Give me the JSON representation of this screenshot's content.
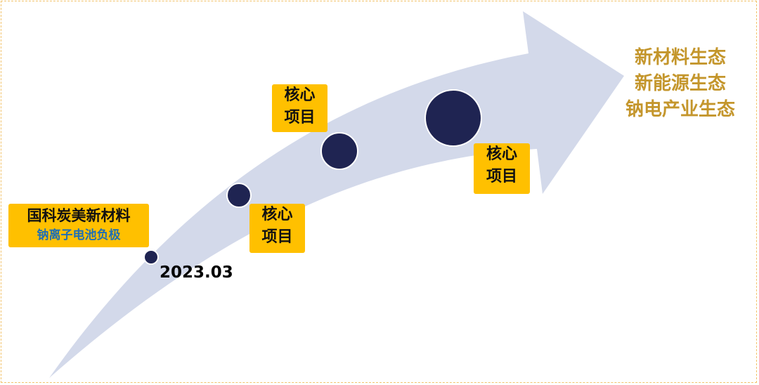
{
  "company_tag": {
    "name": "国科炭美新材料",
    "product": "钠离子电池负极"
  },
  "start_date": "2023.03",
  "milestones": [
    {
      "line1": "核心",
      "line2": "项目"
    },
    {
      "line1": "核心",
      "line2": "项目"
    },
    {
      "line1": "核心",
      "line2": "项目"
    }
  ],
  "ecosystems": [
    "新材料生态",
    "新能源生态",
    "钠电产业生态"
  ],
  "colors": {
    "arrow": "#d3d9ea",
    "dot": "#1f2452",
    "tag_bg": "#ffc000",
    "eco_text": "#c4962c",
    "frame": "#f2c36b"
  }
}
